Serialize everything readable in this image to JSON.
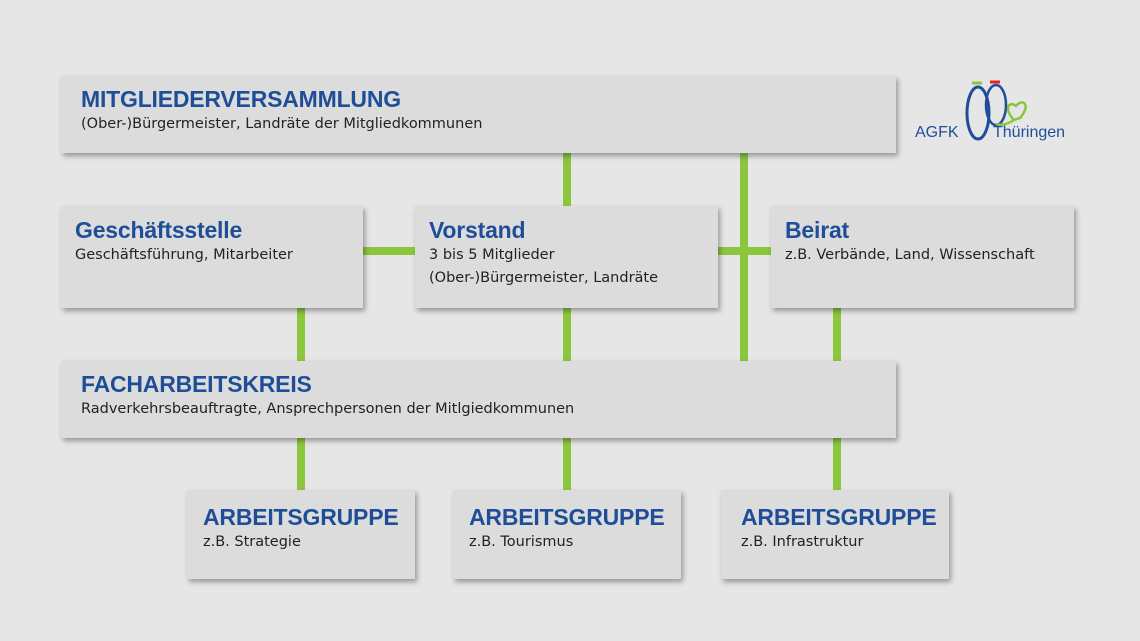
{
  "nodes": {
    "mitgliederversammlung": {
      "title": "MITGLIEDERVERSAMMLUNG",
      "subtitle": "(Ober-)Bürgermeister, Landräte der Mitgliedkommunen"
    },
    "geschaeftsstelle": {
      "title": "Geschäftsstelle",
      "subtitle": "Geschäftsführung, Mitarbeiter"
    },
    "vorstand": {
      "title": "Vorstand",
      "lines": [
        "3 bis 5 Mitglieder",
        "(Ober-)Bürgermeister, Landräte"
      ]
    },
    "beirat": {
      "title": "Beirat",
      "subtitle": "z.B. Verbände, Land, Wissenschaft"
    },
    "facharbeitskreis": {
      "title": "FACHARBEITSKREIS",
      "subtitle": "Radverkehrsbeauftragte, Ansprechpersonen der Mitlgiedkommunen"
    },
    "arbeitsgruppen": [
      {
        "title": "ARBEITSGRUPPE",
        "subtitle": "z.B. Strategie"
      },
      {
        "title": "ARBEITSGRUPPE",
        "subtitle": "z.B. Tourismus"
      },
      {
        "title": "ARBEITSGRUPPE",
        "subtitle": "z.B. Infrastruktur"
      }
    ]
  },
  "logo": {
    "left_text": "AGFK",
    "right_text": "Thüringen",
    "icon": "bicycle-heart-icon",
    "colors": {
      "blue": "#1f4e99",
      "green": "#8cc63f",
      "red": "#e1261c"
    }
  },
  "colors": {
    "title": "#1f4e99",
    "connector": "#8cc63f",
    "box": "#dcdcdc",
    "background": "#e6e6e6"
  }
}
